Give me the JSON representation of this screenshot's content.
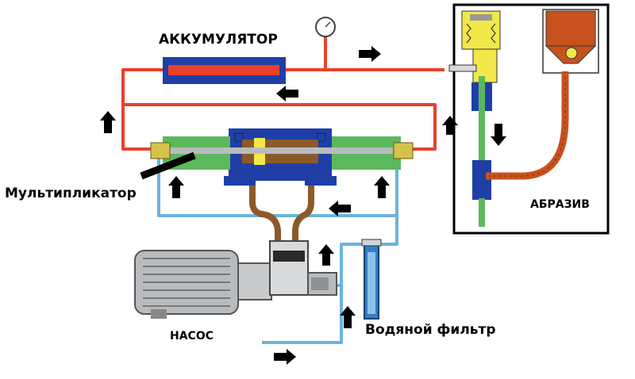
{
  "labels": {
    "accumulator": "АККУМУЛЯТОР",
    "multiplier": "Мультипликатор",
    "pump": "НАСОС",
    "water_filter": "Водяной фильтр",
    "abrasive": "АБРАЗИВ"
  },
  "colors": {
    "high_pressure_line": "#e8412c",
    "low_pressure_line": "#6ab4dc",
    "oil_line": "#8b5a2b",
    "multiplier_body": "#1f3fa6",
    "multiplier_cylinders": "#5cb85c",
    "accumulator_body": "#1f3fa6",
    "abrasive_tube": "#c8521e",
    "cutting_head": "#f2e84a",
    "pump_motor": "#b9bcbf",
    "arrow": "#000000"
  }
}
